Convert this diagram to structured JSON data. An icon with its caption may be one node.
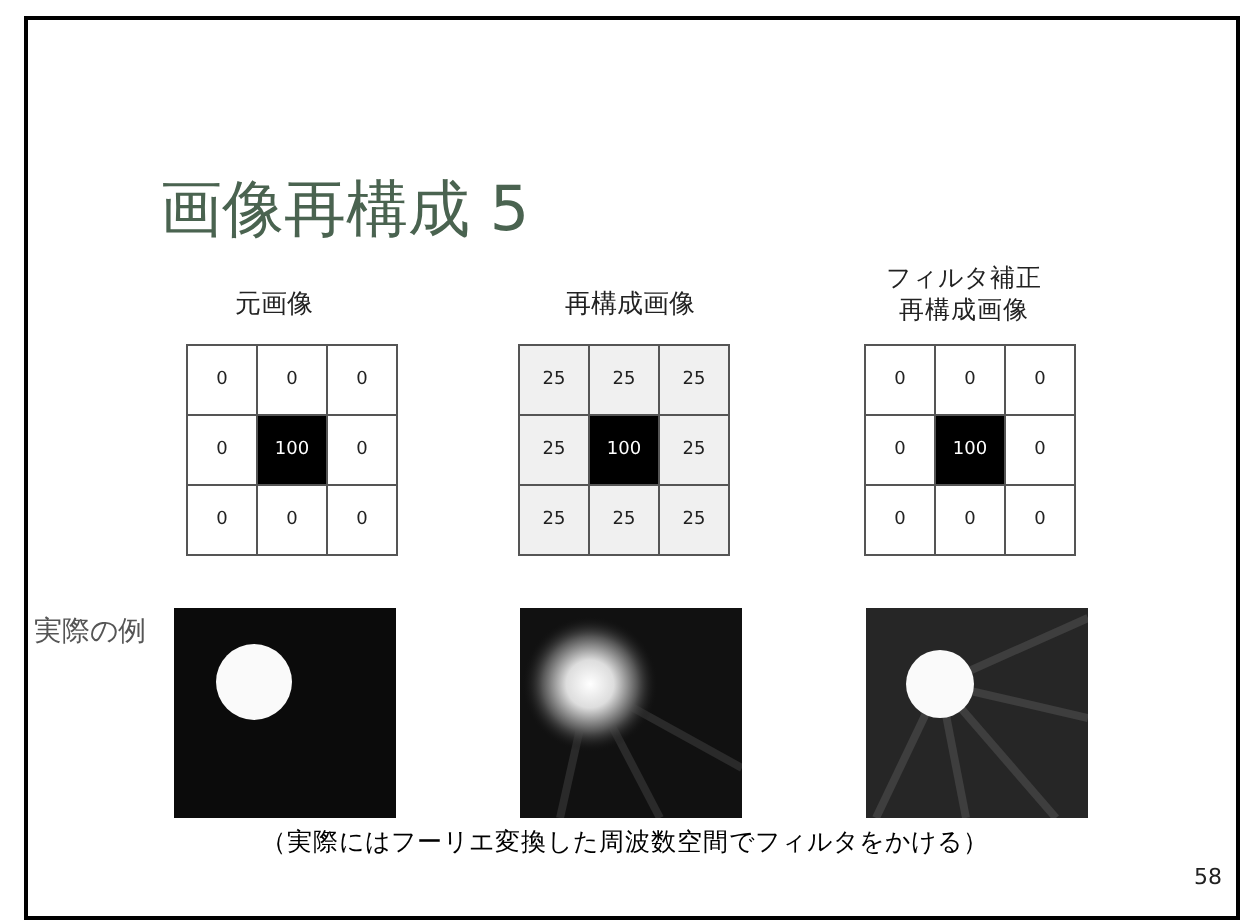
{
  "diagram": {
    "title": "画像再構成 5",
    "labels": [
      "元画像",
      "再構成画像",
      "フィルタ補正再構成画像",
      "0",
      "0",
      "0",
      "0",
      "100",
      "0",
      "0",
      "0",
      "0",
      "25",
      "25",
      "25",
      "25",
      "100",
      "25",
      "25",
      "25",
      "25",
      "0",
      "0",
      "0",
      "0",
      "100",
      "0",
      "0",
      "0",
      "0",
      "実際の例",
      "58"
    ],
    "caption": "（実際にはフーリエ変換した周波数空間でフィルタをかける）"
  }
}
